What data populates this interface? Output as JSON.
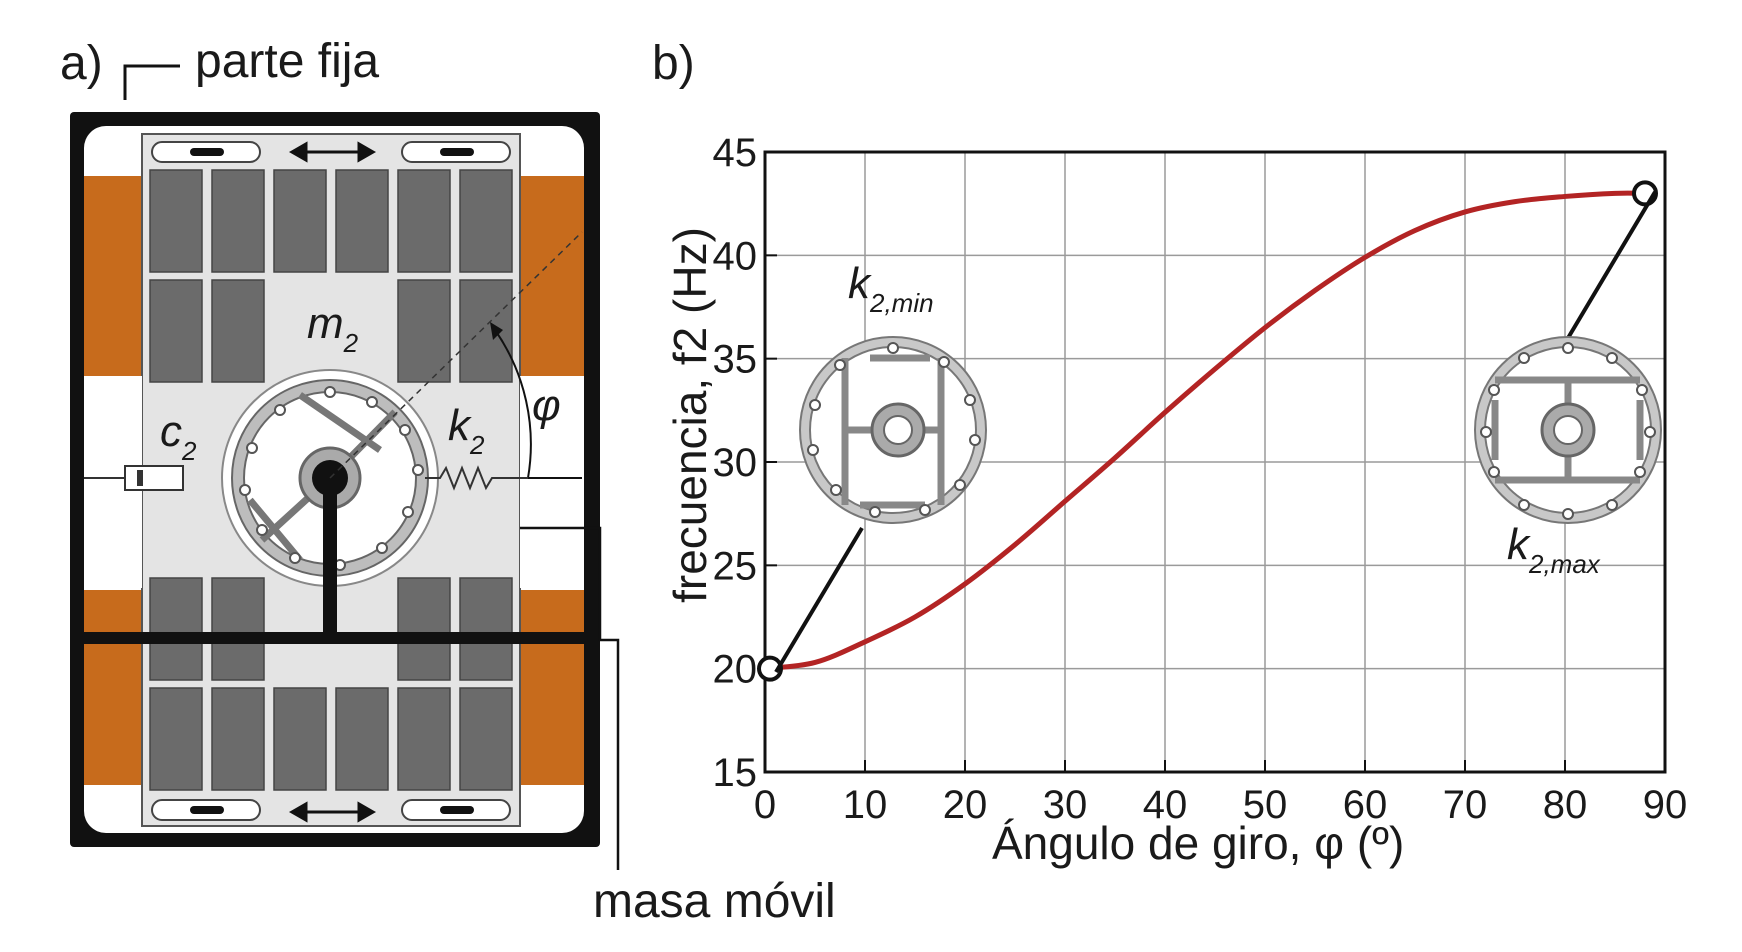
{
  "panel_a": {
    "label": "a)",
    "fixed_part_label": "parte fija",
    "moving_mass_label": "masa móvil",
    "mass_label": "m",
    "mass_sub": "2",
    "damper_label": "c",
    "damper_sub": "2",
    "spring_label": "k",
    "spring_sub": "2",
    "angle_label": "φ"
  },
  "panel_b": {
    "label": "b)",
    "kmin_label": "k",
    "kmin_sub": "2,min",
    "kmax_label": "k",
    "kmax_sub": "2,max"
  },
  "colors": {
    "frame": "#111111",
    "orange": "#c76b1c",
    "magnet": "#6b6b6b",
    "plate": "#e4e4e4",
    "curve": "#b32424",
    "grid": "#9a9a9a"
  },
  "chart_data": {
    "type": "line",
    "xlabel": "Ángulo de giro, φ (º)",
    "ylabel": "frecuencia, f2 (Hz)",
    "xlim": [
      0,
      90
    ],
    "ylim": [
      15,
      45
    ],
    "xticks": [
      "0",
      "10",
      "20",
      "30",
      "40",
      "50",
      "60",
      "70",
      "80",
      "90"
    ],
    "yticks": [
      "15",
      "20",
      "25",
      "30",
      "35",
      "40",
      "45"
    ],
    "grid": true,
    "series": [
      {
        "x": [
          0,
          5,
          10,
          15,
          20,
          25,
          30,
          35,
          40,
          45,
          50,
          55,
          60,
          65,
          70,
          75,
          80,
          85,
          88
        ],
        "values": [
          20,
          20.3,
          21.3,
          22.5,
          24.1,
          26.0,
          28.1,
          30.2,
          32.4,
          34.5,
          36.5,
          38.3,
          39.9,
          41.2,
          42.1,
          42.6,
          42.85,
          43.0,
          43.0
        ]
      }
    ],
    "markers": [
      {
        "x": 0.5,
        "y": 20
      },
      {
        "x": 88,
        "y": 43
      }
    ]
  }
}
